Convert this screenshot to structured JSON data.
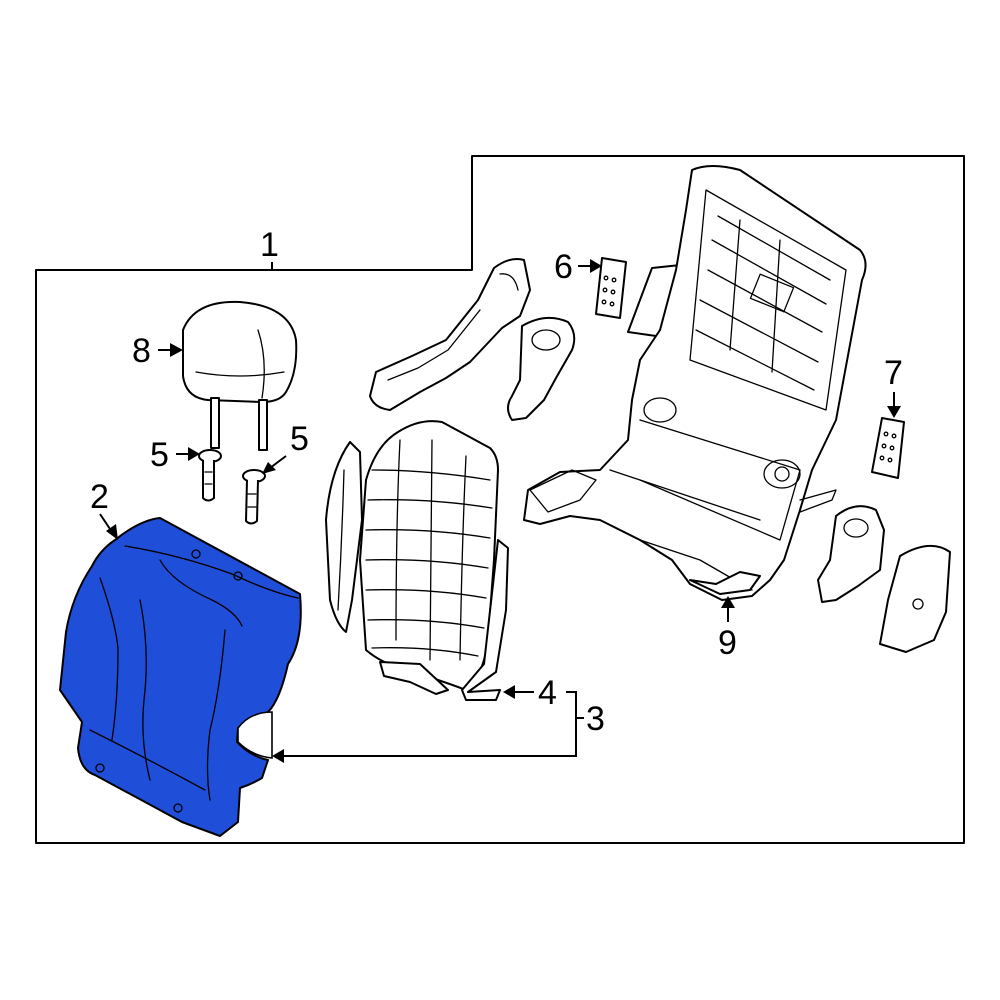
{
  "diagram": {
    "highlight_color": "#1F4ED8",
    "callouts": [
      {
        "id": "1",
        "label": "1"
      },
      {
        "id": "2",
        "label": "2"
      },
      {
        "id": "3",
        "label": "3"
      },
      {
        "id": "4",
        "label": "4"
      },
      {
        "id": "5a",
        "label": "5"
      },
      {
        "id": "5b",
        "label": "5"
      },
      {
        "id": "6",
        "label": "6"
      },
      {
        "id": "7",
        "label": "7"
      },
      {
        "id": "8",
        "label": "8"
      },
      {
        "id": "9",
        "label": "9"
      }
    ]
  }
}
